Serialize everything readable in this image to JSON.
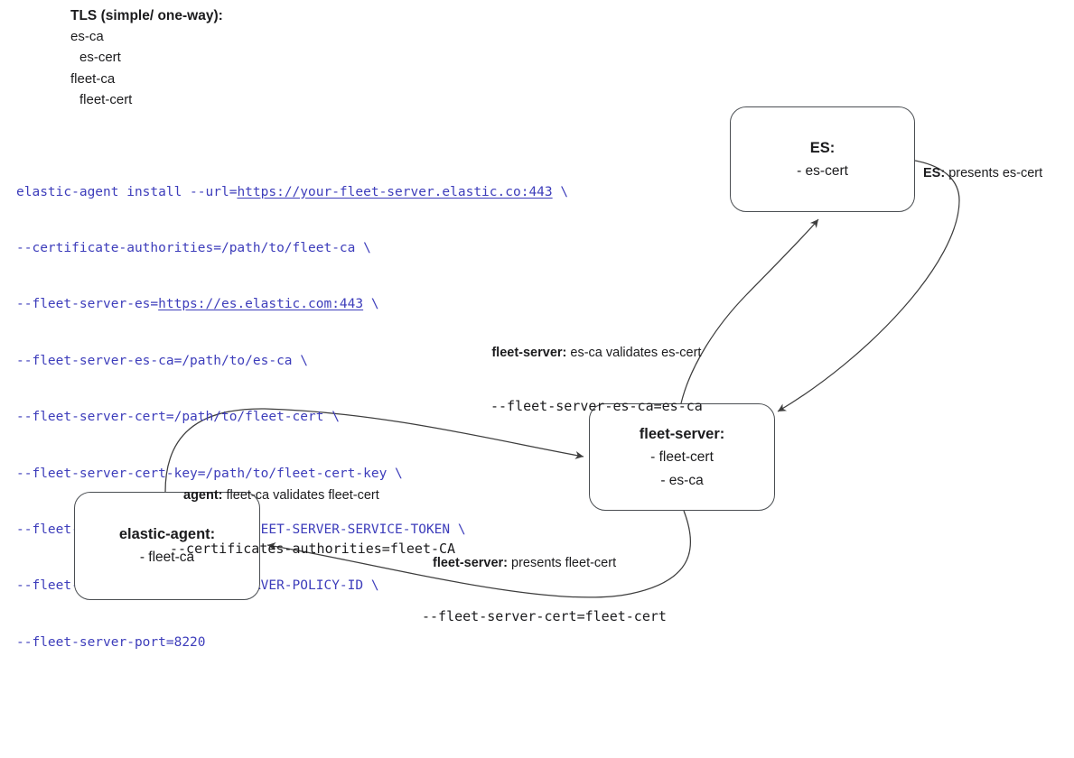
{
  "legend": {
    "heading": "TLS (simple/ one-way):",
    "items": [
      "es-ca",
      "es-cert",
      "fleet-ca",
      "fleet-cert"
    ]
  },
  "command": {
    "line1": {
      "pre": "elastic-agent install --url=",
      "link": "https://your-fleet-server.elastic.co:443",
      "post": " \\"
    },
    "line2": "--certificate-authorities=/path/to/fleet-ca \\",
    "line3": {
      "pre": "--fleet-server-es=",
      "link": "https://es.elastic.com:443",
      "post": " \\"
    },
    "line4": "--fleet-server-es-ca=/path/to/es-ca \\",
    "line5": "--fleet-server-cert=/path/to/fleet-cert \\",
    "line6": "--fleet-server-cert-key=/path/to/fleet-cert-key \\",
    "line7": "--fleet-server-service-token=FLEET-SERVER-SERVICE-TOKEN \\",
    "line8": "--fleet-server-policy=FLEET-SERVER-POLICY-ID \\",
    "line9": "--fleet-server-port=8220"
  },
  "nodes": {
    "es": {
      "title": "ES:",
      "items": [
        "- es-cert"
      ]
    },
    "fleet_server": {
      "title": "fleet-server:",
      "items": [
        "- fleet-cert",
        "- es-ca"
      ]
    },
    "elastic_agent": {
      "title": "elastic-agent:",
      "items": [
        "- fleet-ca"
      ]
    }
  },
  "edge_labels": {
    "es_presents": {
      "bold": "ES:",
      "rest": " presents es-cert"
    },
    "fleet_validates": {
      "bold": "fleet-server:",
      "rest": " es-ca validates es-cert",
      "code": "--fleet-server-es-ca=es-ca"
    },
    "agent_validates": {
      "bold": "agent:",
      "rest": " fleet-ca validates fleet-cert",
      "code": "--certificates-authorities=fleet-CA"
    },
    "fleet_presents": {
      "bold": "fleet-server:",
      "rest": " presents fleet-cert",
      "code": "--fleet-server-cert=fleet-cert"
    }
  },
  "colors": {
    "command_text": "#3d3dbb",
    "box_border": "#4a4e52",
    "arrow": "#3d3d3d",
    "text": "#1b1b1d"
  }
}
